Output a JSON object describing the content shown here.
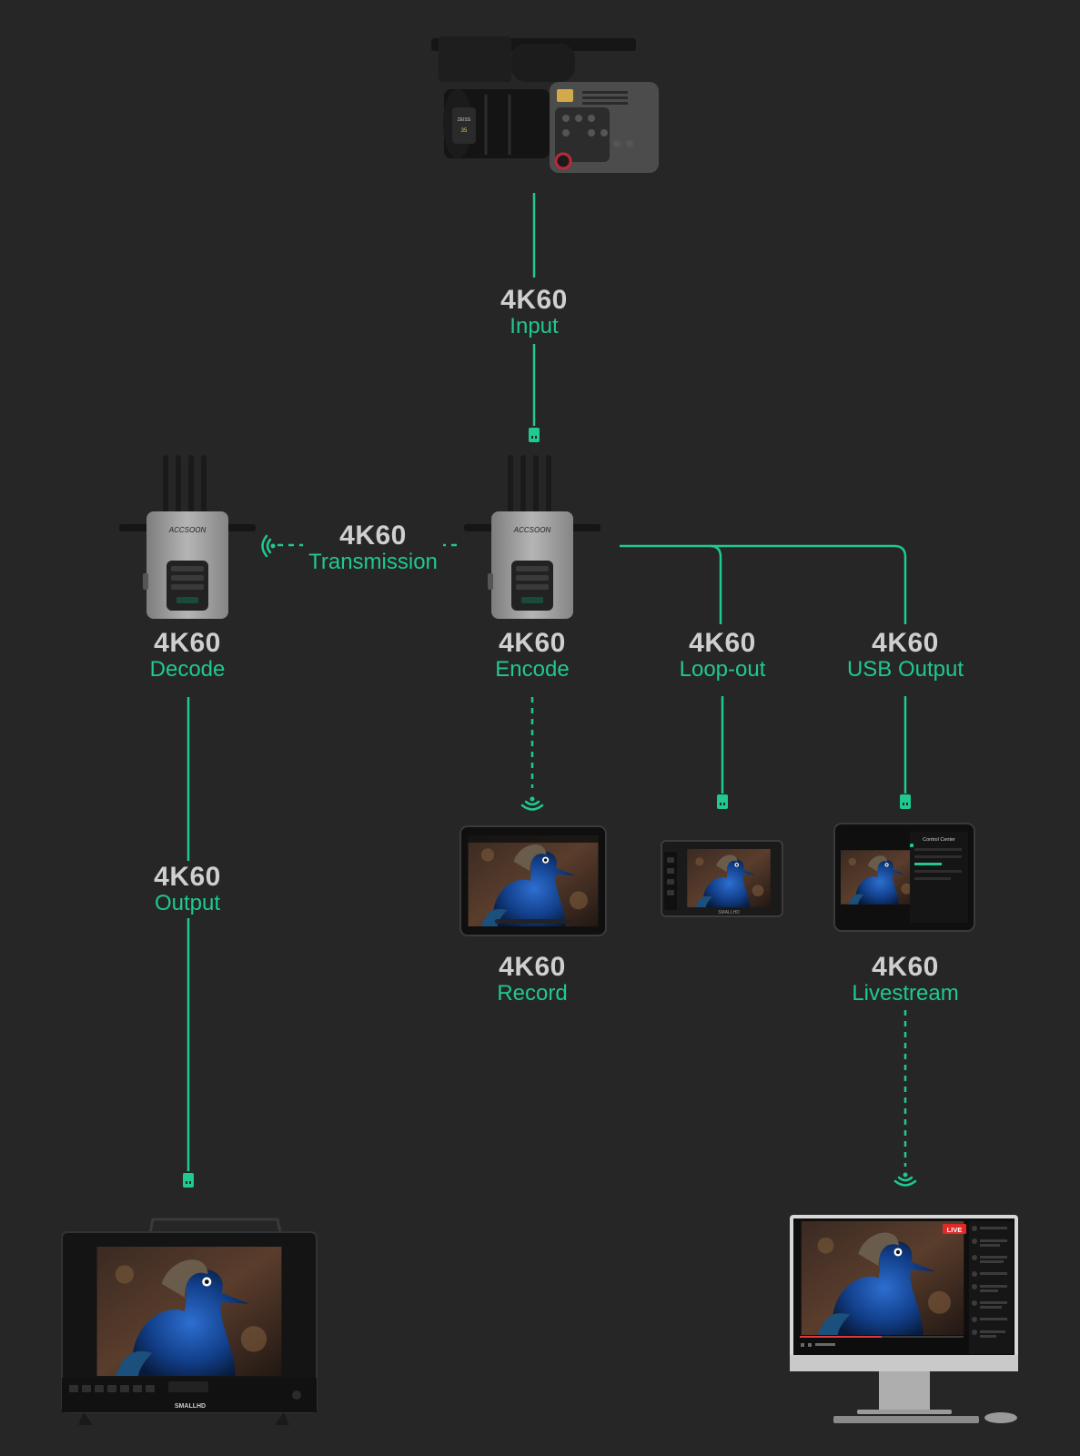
{
  "colors": {
    "accent": "#1fc98f",
    "background": "#262626",
    "resolution_text": "#cfcfcf"
  },
  "labels": {
    "input": {
      "res": "4K60",
      "kind": "Input"
    },
    "transmission": {
      "res": "4K60",
      "kind": "Transmission"
    },
    "decode": {
      "res": "4K60",
      "kind": "Decode"
    },
    "encode": {
      "res": "4K60",
      "kind": "Encode"
    },
    "loop_out": {
      "res": "4K60",
      "kind": "Loop-out"
    },
    "usb_output": {
      "res": "4K60",
      "kind": "USB Output"
    },
    "output": {
      "res": "4K60",
      "kind": "Output"
    },
    "record": {
      "res": "4K60",
      "kind": "Record"
    },
    "livestream": {
      "res": "4K60",
      "kind": "Livestream"
    }
  },
  "devices": {
    "camera": {
      "icon": "cinema-camera-icon"
    },
    "transmitter": {
      "icon": "transmitter-icon",
      "brand": "ACCSOON"
    },
    "receiver": {
      "icon": "receiver-icon",
      "brand": "ACCSOON"
    },
    "tablet_record": {
      "icon": "tablet-icon"
    },
    "field_monitor": {
      "icon": "field-monitor-icon",
      "brand": "SMALLHD"
    },
    "tablet_usb": {
      "icon": "tablet-icon",
      "title": "Control Center"
    },
    "production_monitor": {
      "icon": "production-monitor-icon",
      "brand": "SMALLHD"
    },
    "desktop": {
      "icon": "desktop-computer-icon",
      "badge": "LIVE"
    }
  }
}
